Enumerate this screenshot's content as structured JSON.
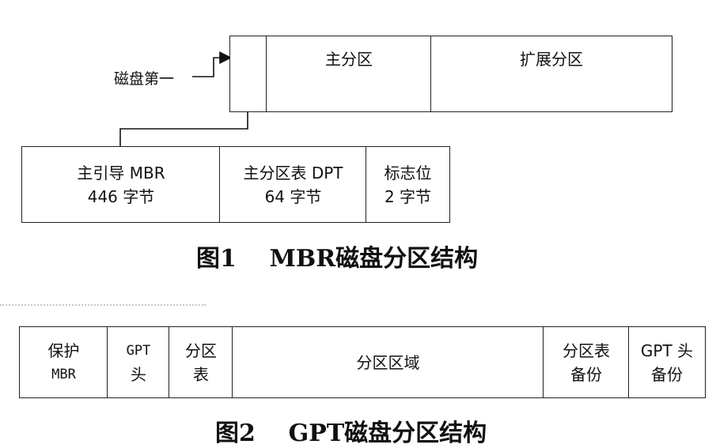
{
  "fig1": {
    "caption": "图1    MBR磁盘分区结构",
    "pointer_label": "磁盘第一",
    "top_row": {
      "primary": "主分区",
      "extended": "扩展分区"
    },
    "bottom_row": {
      "mbr": {
        "line1": "主引导 MBR",
        "line2": "446 字节"
      },
      "dpt": {
        "line1": "主分区表 DPT",
        "line2": "64 字节"
      },
      "flag": {
        "line1": "标志位",
        "line2": "2 字节"
      }
    }
  },
  "fig2": {
    "caption": "图2    GPT磁盘分区结构",
    "cells": {
      "protective_mbr": {
        "line1": "保护",
        "line2": "MBR"
      },
      "gpt_header": {
        "line1": "GPT",
        "line2": "头"
      },
      "partition_table": {
        "line1": "分区",
        "line2": "表"
      },
      "partition_area": "分区区域",
      "partition_table_backup": {
        "line1": "分区表",
        "line2": "备份"
      },
      "gpt_header_backup": {
        "line1": "GPT 头",
        "line2": "备份"
      }
    }
  }
}
